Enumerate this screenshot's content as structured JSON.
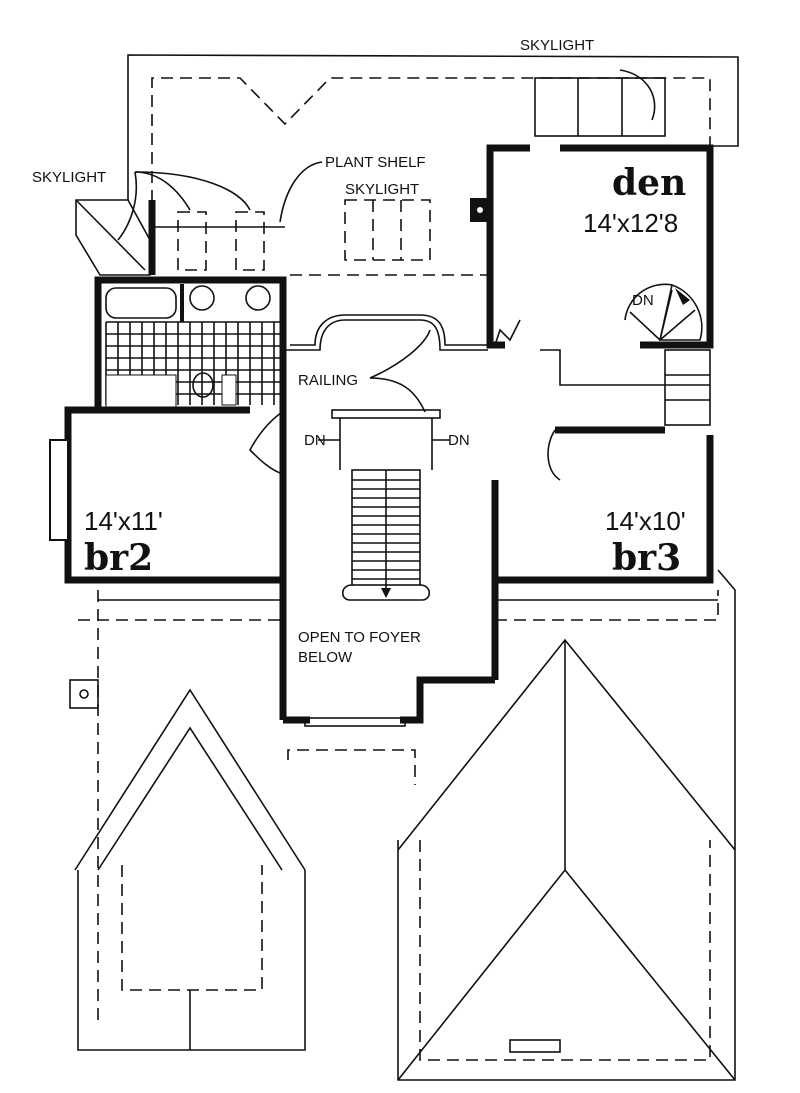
{
  "plan": {
    "labels": {
      "skylight_top": "SKYLIGHT",
      "skylight_left": "SKYLIGHT",
      "skylight_center": "SKYLIGHT",
      "plant_shelf": "PLANT SHELF",
      "railing": "RAILING",
      "dn_den": "DN",
      "dn_left": "DN",
      "dn_right": "DN",
      "open_to_foyer_line1": "OPEN TO FOYER",
      "open_to_foyer_line2": "BELOW"
    },
    "rooms": [
      {
        "name": "den",
        "size": "14'x12'8"
      },
      {
        "name": "br2",
        "size": "14'x11'"
      },
      {
        "name": "br3",
        "size": "14'x10'"
      }
    ]
  }
}
